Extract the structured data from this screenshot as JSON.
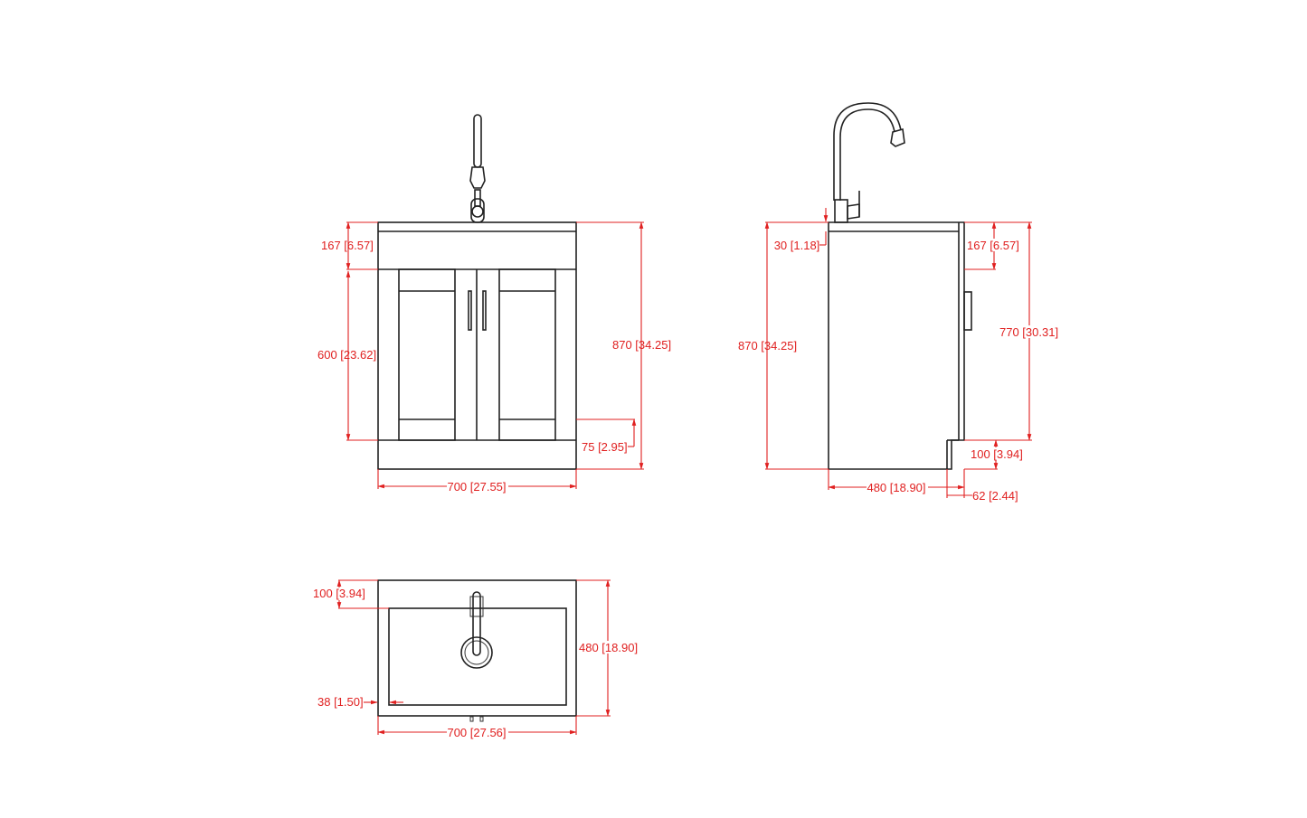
{
  "colors": {
    "line": "#222222",
    "dimension": "#e02020",
    "background": "#ffffff"
  },
  "front_view": {
    "dims": {
      "top_band": "167 [6.57]",
      "door_height": "600 [23.62]",
      "total_height": "870 [34.25]",
      "plinth": "75 [2.95]",
      "width": "700 [27.55]"
    }
  },
  "side_view": {
    "dims": {
      "counter_thickness": "30 [1.18]",
      "total_height": "870 [34.25]",
      "top_band": "167 [6.57]",
      "door_height": "770 [30.31]",
      "toe_kick_height": "100 [3.94]",
      "depth": "480 [18.90]",
      "toe_kick_depth": "62 [2.44]"
    }
  },
  "top_view": {
    "dims": {
      "back_margin": "100 [3.94]",
      "depth": "480 [18.90]",
      "side_margin": "38 [1.50]",
      "width": "700 [27.56]"
    }
  }
}
